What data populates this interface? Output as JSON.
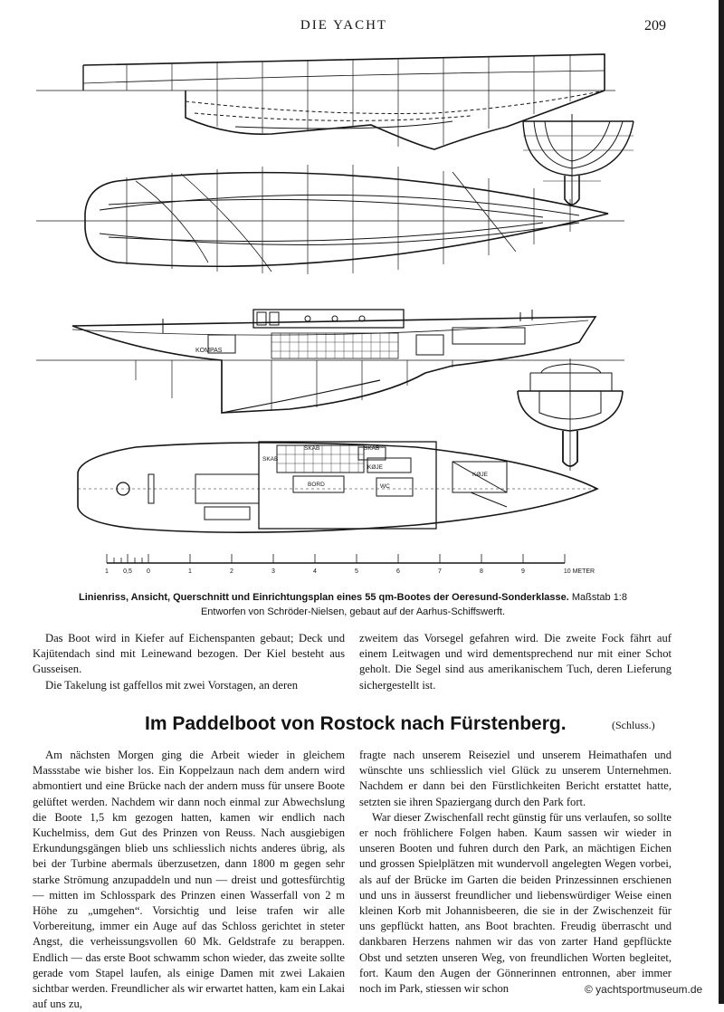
{
  "header": {
    "masthead": "DIE YACHT",
    "page_number": "209"
  },
  "figure": {
    "labels": {
      "kompass": "KOMPAS",
      "skab_left": "SKAB",
      "skab_mid": "SKAB",
      "skab_right": "SKAB",
      "koje_upper": "KØJE",
      "koje_lower": "KØJE",
      "bord": "BORD",
      "wc": "WC"
    },
    "scale_numbers": [
      "1",
      "0,5",
      "0",
      "1",
      "2",
      "3",
      "4",
      "5",
      "6",
      "7",
      "8",
      "9",
      "10 METER"
    ],
    "caption_line1": "Linienriss, Ansicht, Querschnitt und Einrichtungsplan eines 55 qm-Bootes der Oeresund-Sonderklasse.",
    "caption_scale": "Maßstab 1:8",
    "caption_line2": "Entworfen von Schröder-Nielsen, gebaut auf der Aarhus-Schiffswerft."
  },
  "intro": {
    "left_p1": "Das Boot wird in Kiefer auf Eichenspanten gebaut; Deck und Kajütendach sind mit Leinewand bezogen. Der Kiel besteht aus Gusseisen.",
    "left_p2": "Die Takelung ist gaffellos mit zwei Vorstagen, an deren",
    "right_p1": "zweitem das Vorsegel gefahren wird. Die zweite Fock fährt auf einem Leitwagen und wird dementsprechend nur mit einer Schot geholt. Die Segel sind aus amerikanischem Tuch, deren Lieferung sichergestellt ist."
  },
  "article": {
    "title": "Im Paddelboot von Rostock nach Fürstenberg.",
    "schluss": "(Schluss.)",
    "left_p1": "Am nächsten Morgen ging die Arbeit wieder in gleichem Massstabe wie bisher los. Ein Koppelzaun nach dem andern wird abmontiert und eine Brücke nach der andern muss für unsere Boote gelüftet werden. Nachdem wir dann noch einmal zur Abwechslung die Boote 1,5 km gezogen hatten, kamen wir endlich nach Kuchelmiss, dem Gut des Prinzen von Reuss. Nach ausgiebigen Erkundungsgängen blieb uns schliesslich nichts anderes übrig, als bei der Turbine abermals überzusetzen, dann 1800 m gegen sehr starke Strömung anzupaddeln und nun — dreist und gottesfürchtig — mitten im Schlosspark des Prinzen einen Wasserfall von 2 m Höhe zu „umgehen“. Vorsichtig und leise trafen wir alle Vorbereitung, immer ein Auge auf das Schloss gerichtet in steter Angst, die verheissungsvollen 60 Mk. Geldstrafe zu berappen. Endlich — das erste Boot schwamm schon wieder, das zweite sollte gerade vom Stapel laufen, als einige Damen mit zwei Lakaien sichtbar werden. Freundlicher als wir erwartet hatten, kam ein Lakai auf uns zu,",
    "right_p1": "fragte nach unserem Reiseziel und unserem Heimathafen und wünschte uns schliesslich viel Glück zu unserem Unternehmen. Nachdem er dann bei den Fürstlichkeiten Bericht erstattet hatte, setzten sie ihren Spaziergang durch den Park fort.",
    "right_p2": "War dieser Zwischenfall recht günstig für uns verlaufen, so sollte er noch fröhlichere Folgen haben. Kaum sassen wir wieder in unseren Booten und fuhren durch den Park, an mächtigen Eichen und grossen Spielplätzen mit wundervoll angelegten Wegen vorbei, als auf der Brücke im Garten die beiden Prinzessinnen erschienen und uns in äusserst freundlicher und liebenswürdiger Weise einen kleinen Korb mit Johannisbeeren, die sie in der Zwischenzeit für uns gepflückt hatten, ans Boot brachten. Freudig überrascht und dankbaren Herzens nahmen wir das von zarter Hand gepflückte Obst und setzten unseren Weg, von freundlichen Worten begleitet, fort. Kaum den Augen der Gönnerinnen entronnen, aber immer noch im Park, stiessen wir schon"
  },
  "watermark": "© yachtsportmuseum.de",
  "colors": {
    "ink": "#141414",
    "paper": "#ffffff",
    "rule": "#1a1a1a"
  }
}
